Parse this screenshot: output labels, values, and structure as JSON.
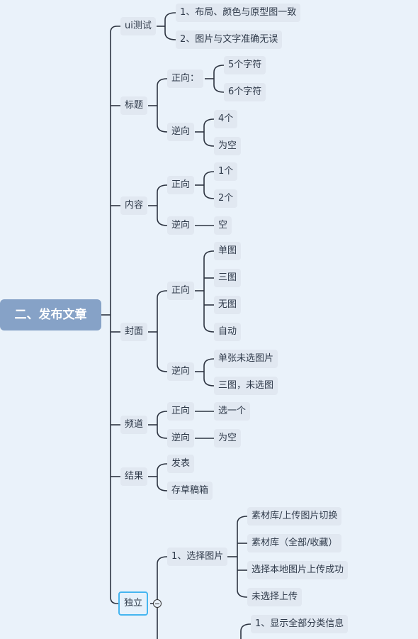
{
  "root": "二、发布文章",
  "branches": {
    "ui": {
      "label": "ui测试",
      "items": [
        "1、布局、颜色与原型图一致",
        "2、图片与文字准确无误"
      ]
    },
    "title": {
      "label": "标题",
      "forward": {
        "label": "正向：",
        "items": [
          "5个字符",
          "6个字符"
        ]
      },
      "reverse": {
        "label": "逆向",
        "items": [
          "4个",
          "为空"
        ]
      }
    },
    "content": {
      "label": "内容",
      "forward": {
        "label": "正向",
        "items": [
          "1个",
          "2个"
        ]
      },
      "reverse": {
        "label": "逆向",
        "items": [
          "空"
        ]
      }
    },
    "cover": {
      "label": "封面",
      "forward": {
        "label": "正向",
        "items": [
          "单图",
          "三图",
          "无图",
          "自动"
        ]
      },
      "reverse": {
        "label": "逆向",
        "items": [
          "单张未选图片",
          "三图，未选图"
        ]
      }
    },
    "channel": {
      "label": "频道",
      "forward": {
        "label": "正向",
        "items": [
          "选一个"
        ]
      },
      "reverse": {
        "label": "逆向",
        "items": [
          "为空"
        ]
      }
    },
    "result": {
      "label": "结果",
      "items": [
        "发表",
        "存草稿箱"
      ]
    },
    "standalone": {
      "label": "独立",
      "select_image": {
        "label": "1、选择图片",
        "items": [
          "素材库/上传图片切换",
          "素材库（全部/收藏）",
          "选择本地图片上传成功",
          "未选择上传"
        ]
      },
      "next_item": "1、显示全部分类信息"
    }
  }
}
